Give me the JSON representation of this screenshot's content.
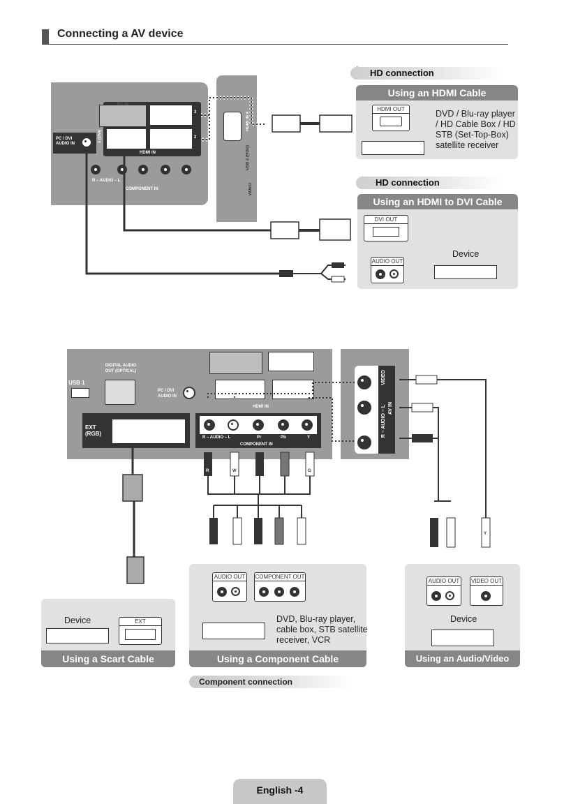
{
  "section": {
    "title": "Connecting a AV device"
  },
  "hdmi": {
    "badge": "HD connection",
    "heading": "Using an HDMI Cable",
    "port": "HDMI OUT",
    "description": [
      "DVD / Blu-ray player",
      "/ HD Cable Box / HD",
      "STB (Set-Top-Box)",
      "satellite receiver"
    ]
  },
  "dvi": {
    "badge": "HD connection",
    "heading": "Using an HDMI to DVI Cable",
    "dvi_port": "DVI OUT",
    "audio_port": "AUDIO OUT",
    "device": "Device"
  },
  "tv_top": {
    "pc_in": "PC IN",
    "pc_dvi_audio": "PC / DVI AUDIO IN",
    "dvi_label": "1 (DVI)",
    "hdmi_in": "HDMI IN",
    "hdmi_nums": [
      "3",
      "2"
    ],
    "audio_r_l": "R – AUDIO – L",
    "component_in": "COMPONENT IN",
    "hdmi_in4": "HDMI IN 4",
    "usb2": "USB 2 (HDD)",
    "video": "VIDEO"
  },
  "tv_bottom": {
    "digital_audio": "DIGITAL AUDIO OUT (OPTICAL)",
    "usb1": "USB 1",
    "pc_dvi_audio": "PC / DVI AUDIO IN",
    "ext_rgb": "EXT (RGB)",
    "hdmi_in": "HDMI IN",
    "audio_r_l": "R – AUDIO – L",
    "component_in": "COMPONENT IN",
    "comp_jacks": [
      "Pr",
      "Pb",
      "Y"
    ],
    "av_in": "AV IN",
    "video": "VIDEO",
    "audio_side": "R – AUDIO – L"
  },
  "scart": {
    "device": "Device",
    "port": "EXT",
    "heading": "Using a Scart Cable"
  },
  "component": {
    "audio_port": "AUDIO OUT",
    "component_port": "COMPONENT OUT",
    "description": [
      "DVD, Blu-ray player,",
      "cable box, STB satellite",
      "receiver, VCR"
    ],
    "heading": "Using a Component Cable",
    "badge": "Component connection"
  },
  "av": {
    "audio_port": "AUDIO OUT",
    "video_port": "VIDEO OUT",
    "device": "Device",
    "heading": "Using an Audio/Video Cable"
  },
  "plug_letters": {
    "red": "R",
    "white": "W",
    "green": "G",
    "yellow": "Y"
  },
  "footer": {
    "page": "English -4"
  },
  "colors": {
    "panel": "#e1e1e1",
    "panel_head": "#868686",
    "tv_gray": "#9b9b9b",
    "cable": "#333333"
  }
}
